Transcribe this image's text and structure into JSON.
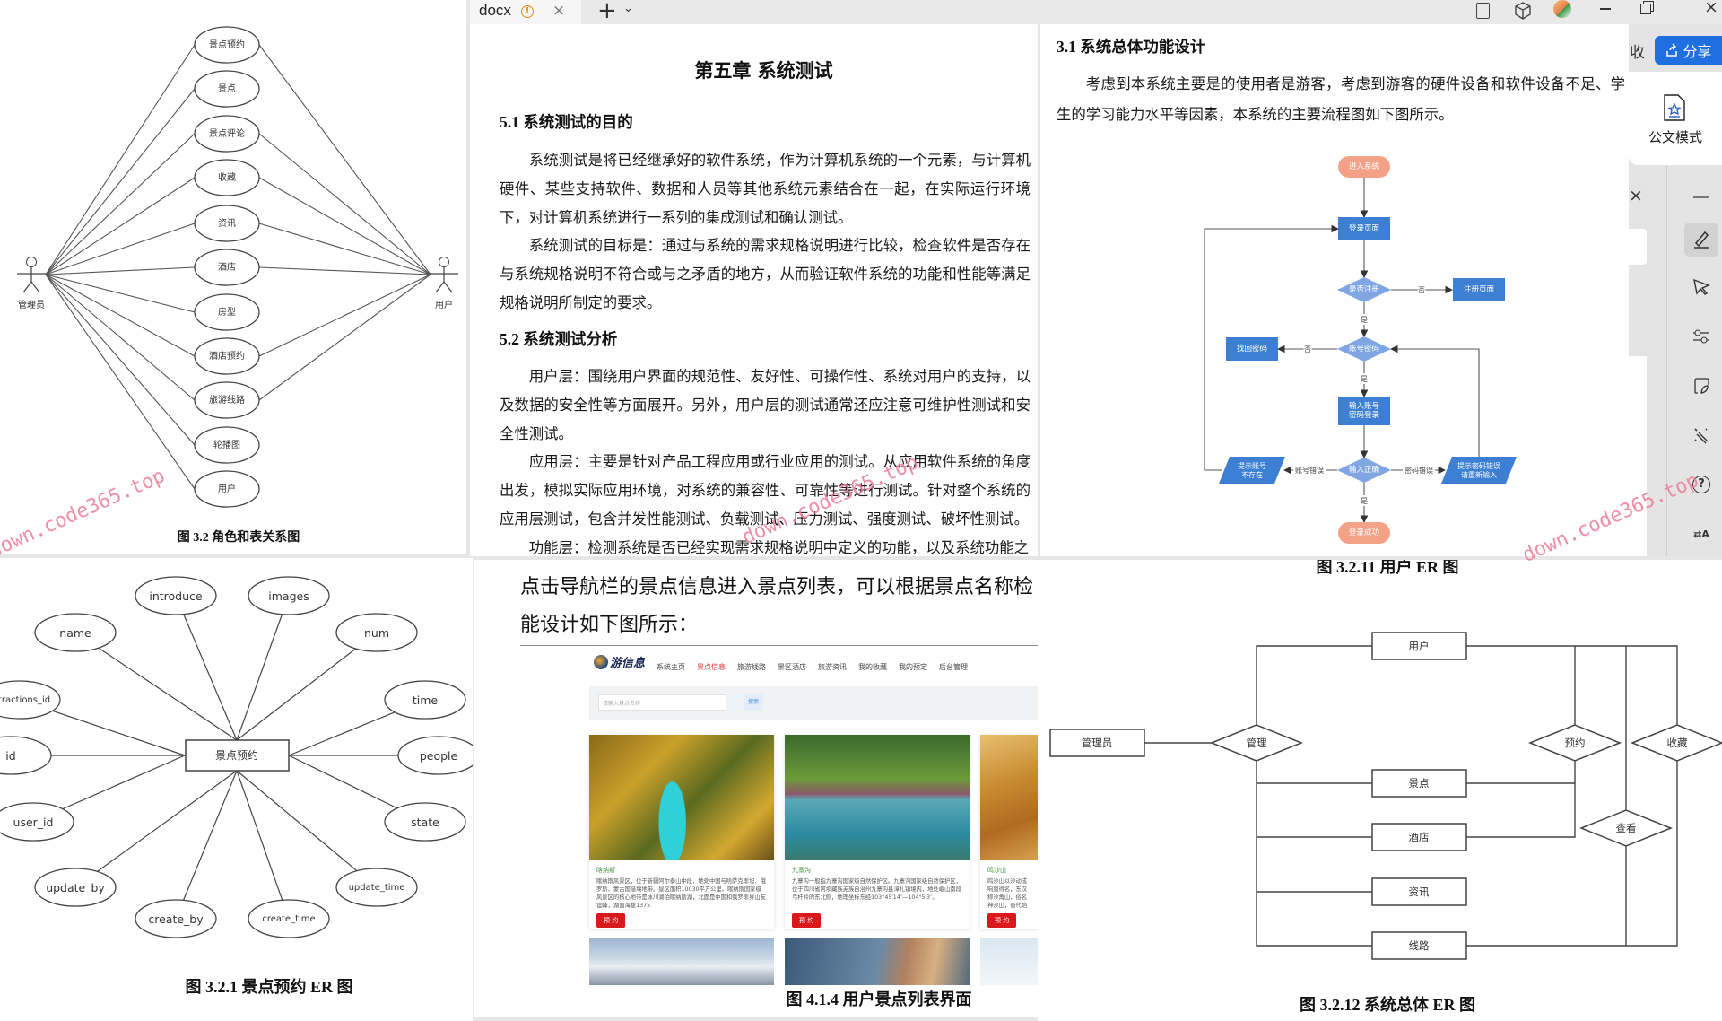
{
  "tab": {
    "title": "docx",
    "warning_icon": "warning-circle-icon",
    "close_icon": "close-icon",
    "new_tab_icon": "plus-icon",
    "dropdown_icon": "chevron-down-icon"
  },
  "window": {
    "share_label": "分享",
    "partial_label": "收",
    "doc_mode_label": "公文模式",
    "accent": "#1f6fe0"
  },
  "toolbar_icons": [
    "minus-icon",
    "highlighter-icon",
    "cursor-icon",
    "sliders-icon",
    "image-edit-icon",
    "magic-wand-icon",
    "help-icon",
    "translate-icon"
  ],
  "watermark": "down.code365.top",
  "use_case": {
    "admin": "管理员",
    "user": "用户",
    "cases": [
      "景点预约",
      "景点",
      "景点评论",
      "收藏",
      "资讯",
      "酒店",
      "房型",
      "酒店预约",
      "旅游线路",
      "轮播图",
      "用户"
    ],
    "user_linked": [
      "景点预约",
      "景点评论",
      "收藏",
      "资讯",
      "酒店",
      "酒店预约",
      "旅游线路"
    ],
    "caption": "图 3.2 角色和表关系图"
  },
  "chapter5": {
    "title": "第五章  系统测试",
    "s51": "5.1  系统测试的目的",
    "p1": "系统测试是将已经继承好的软件系统，作为计算机系统的一个元素，与计算机硬件、某些支持软件、数据和人员等其他系统元素结合在一起，在实际运行环境下，对计算机系统进行一系列的集成测试和确认测试。",
    "p2": "系统测试的目标是：通过与系统的需求规格说明进行比较，检查软件是否存在与系统规格说明不符合或与之矛盾的地方，从而验证软件系统的功能和性能等满足规格说明所制定的要求。",
    "s52": "5.2  系统测试分析",
    "p3": "用户层：围绕用户界面的规范性、友好性、可操作性、系统对用户的支持，以及数据的安全性等方面展开。另外，用户层的测试通常还应注意可维护性测试和安全性测试。",
    "p4": "应用层：主要是针对产品工程应用或行业应用的测试。从应用软件系统的角度出发，模拟实际应用环境，对系统的兼容性、可靠性等进行测试。针对整个系统的应用层测试，包含并发性能测试、负载测试、压力测试、强度测试、破坏性测试。",
    "p5": "功能层：检测系统是否已经实现需求规格说明中定义的功能，以及系统功能之"
  },
  "section31": {
    "title": "3.1  系统总体功能设计",
    "p1": "考虑到本系统主要是的使用者是游客，考虑到游客的硬件设备和软件设备不足、学生的学习能力水平等因素，本系统的主要流程图如下图所示。"
  },
  "flowchart": {
    "start": "进入系统",
    "login": "登录页面",
    "registered": "是否注册",
    "register": "注册页面",
    "account": "账号密码",
    "recover": "找回密码",
    "input": [
      "输入账号",
      "密码登录"
    ],
    "correct": "输入正确",
    "no_account": [
      "提示账号",
      "不存在"
    ],
    "wrong_pwd": [
      "提示密码错误",
      "请重新输入"
    ],
    "success": "登录成功",
    "yes": "是",
    "no": "否",
    "account_error": "账号错误",
    "password_error": "密码错误",
    "colors": {
      "terminal": "#f4a287",
      "process": "#3d7fd3",
      "decision": "#7fa6e2"
    }
  },
  "caption_3211": "图 3.2.11 用户 ER 图",
  "er_booking": {
    "entity": "景点预约",
    "attributes": [
      "introduce",
      "images",
      "name",
      "num",
      "attractions_id",
      "time",
      "id",
      "people",
      "user_id",
      "state",
      "update_by",
      "update_time",
      "create_by",
      "create_time"
    ],
    "caption": "图 3.2.1 景点预约 ER 图"
  },
  "list_page": {
    "intro_line1": "点击导航栏的景点信息进入景点列表，可以根据景点名称检",
    "intro_line2": "能设计如下图所示：",
    "logo": "游信息",
    "nav": [
      "系统主页",
      "景点信息",
      "旅游线路",
      "景区酒店",
      "旅游资讯",
      "我的收藏",
      "我的预定",
      "后台管理"
    ],
    "active_nav": "景点信息",
    "search_placeholder": "请输入景点名称",
    "search_button": "搜索",
    "cards": [
      {
        "title": "喀纳斯",
        "desc": "喀纳斯风景区，位于新疆阿尔泰山中段，地处中国与哈萨克斯坦、俄罗斯、蒙古国接壤地带。景区面积10030平方公里。喀纳斯国家级风景区的核心地带是冰川湖泊喀纳斯湖，北面是中国和俄罗斯界山友谊峰，湖面海拔1375",
        "button": "预 约"
      },
      {
        "title": "九寨沟",
        "desc": "九寨沟一般指九寨沟国家级自然保护区。九寨沟国家级自然保护区，位于四川省阿坝藏族羌族自治州九寨沟县漳扎镇境内，地处岷山南段弓杆岭的东北侧，地理坐标东经103°45′14″—104°5′3″。",
        "button": "预 约"
      },
      {
        "title": "鸣沙山",
        "desc": "鸣沙山以沙动成响而得名，东汉称沙角山，俗名神沙山，晋代始称鸣沙山，其山东起莫高窟崖顶，西接党河水库，整个山体由细米粒状黄沙积聚而成，人踏沙动，有如雷鸣",
        "button": "预 约"
      }
    ],
    "caption": "图 4.1.4 用户景点列表界面"
  },
  "er_overall": {
    "admin": "管理员",
    "manage": "管理",
    "user": "用户",
    "scenic": "景点",
    "hotel": "酒店",
    "news": "资讯",
    "route": "线路",
    "book": "预约",
    "favorite": "收藏",
    "view": "查看",
    "caption": "图 3.2.12 系统总体 ER 图"
  }
}
